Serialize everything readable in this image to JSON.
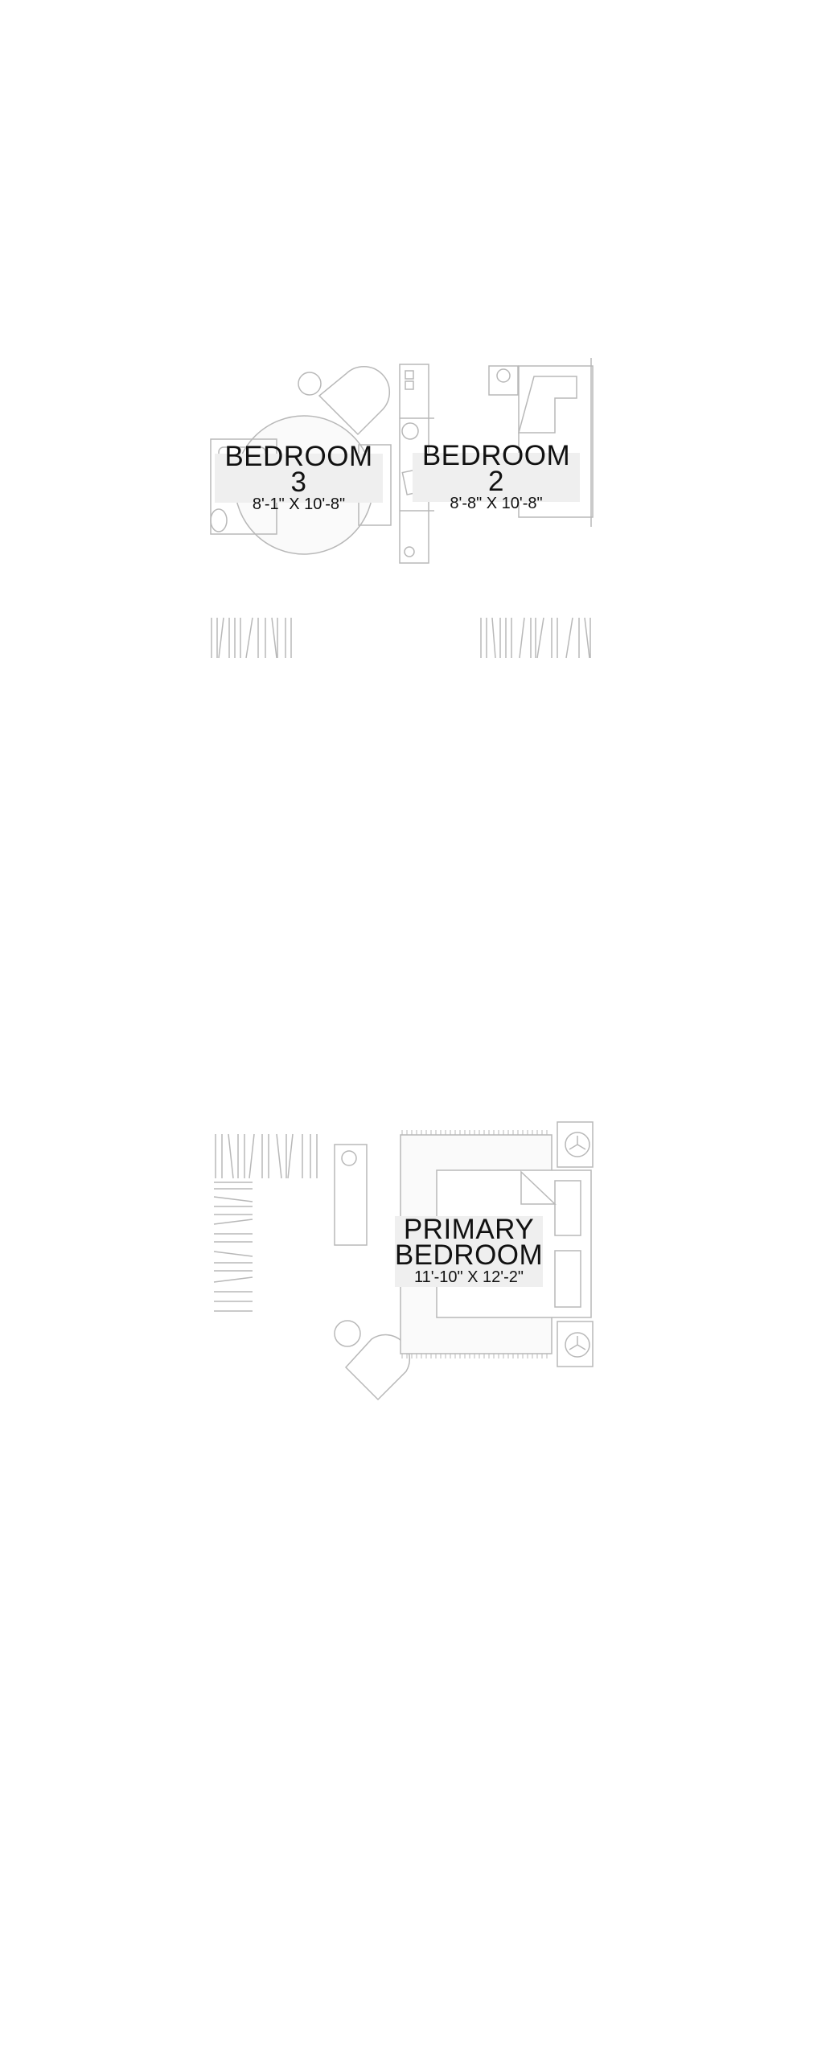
{
  "rooms": [
    {
      "name": "BEDROOM 3",
      "dimensions": "8'-1\" X 10'-8\""
    },
    {
      "name": "BEDROOM 2",
      "dimensions": "8'-8\" X 10'-8\""
    },
    {
      "name_line1": "PRIMARY",
      "name_line2": "BEDROOM",
      "dimensions": "11'-10\" X 12'-2\""
    }
  ],
  "colors": {
    "sketch": "#b8b8b8",
    "label_bg": "#efefef",
    "text": "#111111"
  }
}
